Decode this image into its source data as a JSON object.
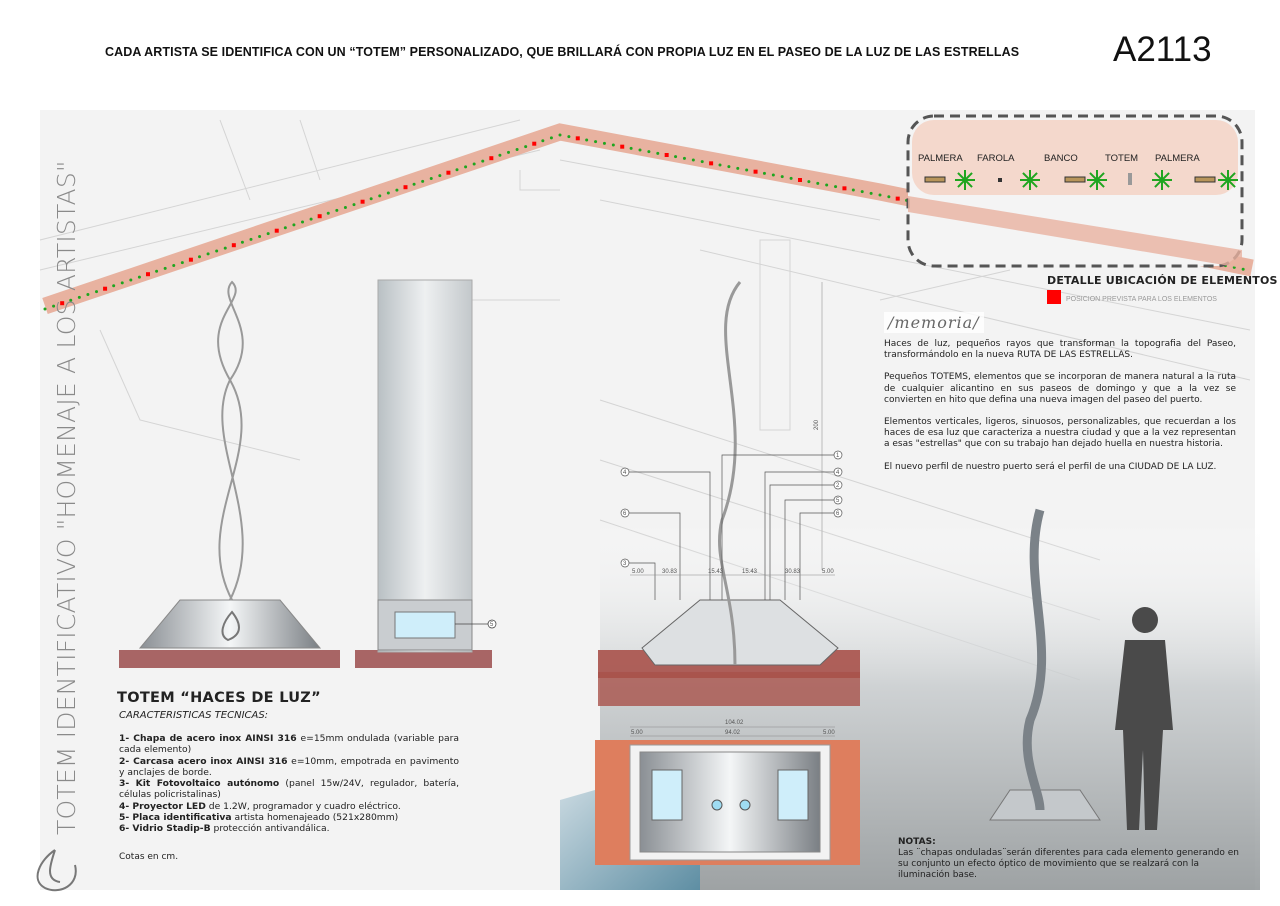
{
  "header": {
    "title": "CADA ARTISTA SE IDENTIFICA CON UN “TOTEM” PERSONALIZADO, QUE BRILLARÁ CON PROPIA LUZ EN EL PASEO DE LA LUZ DE LAS ESTRELLAS",
    "code": "A2113"
  },
  "side_title": "TOTEM IDENTIFICATIVO \"HOMENAJE A LOS ARTISTAS\"",
  "detail": {
    "labels": [
      "PALMERA",
      "FAROLA",
      "BANCO",
      "TOTEM",
      "PALMERA"
    ],
    "title": "DETALLE UBICACIÓN DE ELEMENTOS",
    "legend": "POSICION PREVISTA PARA LOS ELEMENTOS",
    "legend_color": "#ff0000",
    "palm_color": "#1fa51f",
    "promenade_color": "#e8b2a0"
  },
  "memoria": {
    "heading": "/memoria/",
    "paragraphs": [
      "Haces de luz, pequeños rayos que transforman la topografia del Paseo, transformándolo en la nueva RUTA DE LAS ESTRELLAS.",
      "Pequeños TOTEMS, elementos que se incorporan de manera natural a la ruta de cualquier alicantino en sus paseos de domingo y que a la vez se convierten en hito que defina una nueva imagen del paseo del puerto.",
      "Elementos verticales, ligeros, sinuosos, personalizables, que recuerdan a los haces de esa luz que caracteriza a nuestra ciudad y que a la vez representan a esas \"estrellas\" que con su trabajo han dejado huella en nuestra historia.",
      "El nuevo perfil de nuestro puerto será el perfil de una CIUDAD DE LA LUZ."
    ]
  },
  "specs": {
    "title": "TOTEM “HACES DE LUZ”",
    "subtitle": "CARACTERISTICAS TECNICAS:",
    "items": [
      {
        "bold": "1- Chapa de acero inox AINSI 316",
        "text": " e=15mm ondulada (variable para cada elemento)"
      },
      {
        "bold": "2- Carcasa acero inox AINSI 316",
        "text": " e=10mm, empotrada en pavimento y anclajes de borde."
      },
      {
        "bold": "3- Kit Fotovoltaico autónomo",
        "text": " (panel 15w/24V, regulador, batería, células policristalinas)"
      },
      {
        "bold": "4- Proyector LED",
        "text": " de 1.2W, programador y cuadro eléctrico."
      },
      {
        "bold": "5- Placa identificativa",
        "text": " artista homenajeado (521x280mm)"
      },
      {
        "bold": "6- Vidrio Stadip-B",
        "text": " protección antivandálica."
      }
    ],
    "note": "Cotas en cm."
  },
  "section": {
    "callouts": [
      "1",
      "4",
      "2",
      "5",
      "6",
      "4",
      "6",
      "3"
    ],
    "dims_top": [
      "5.00",
      "30.83",
      "15.43",
      "15.43",
      "30.83",
      "5.00"
    ],
    "height": "200",
    "elev_callout": "5"
  },
  "plan": {
    "total": "104.02",
    "inner": "94.02",
    "side_left": "5.00",
    "side_right": "5.00"
  },
  "notes": {
    "title": "NOTAS:",
    "text": "Las ¨chapas onduladas¨serán diferentes para cada elemento generando en su conjunto un efecto óptico de movimiento que se realzará con la iluminación base."
  }
}
